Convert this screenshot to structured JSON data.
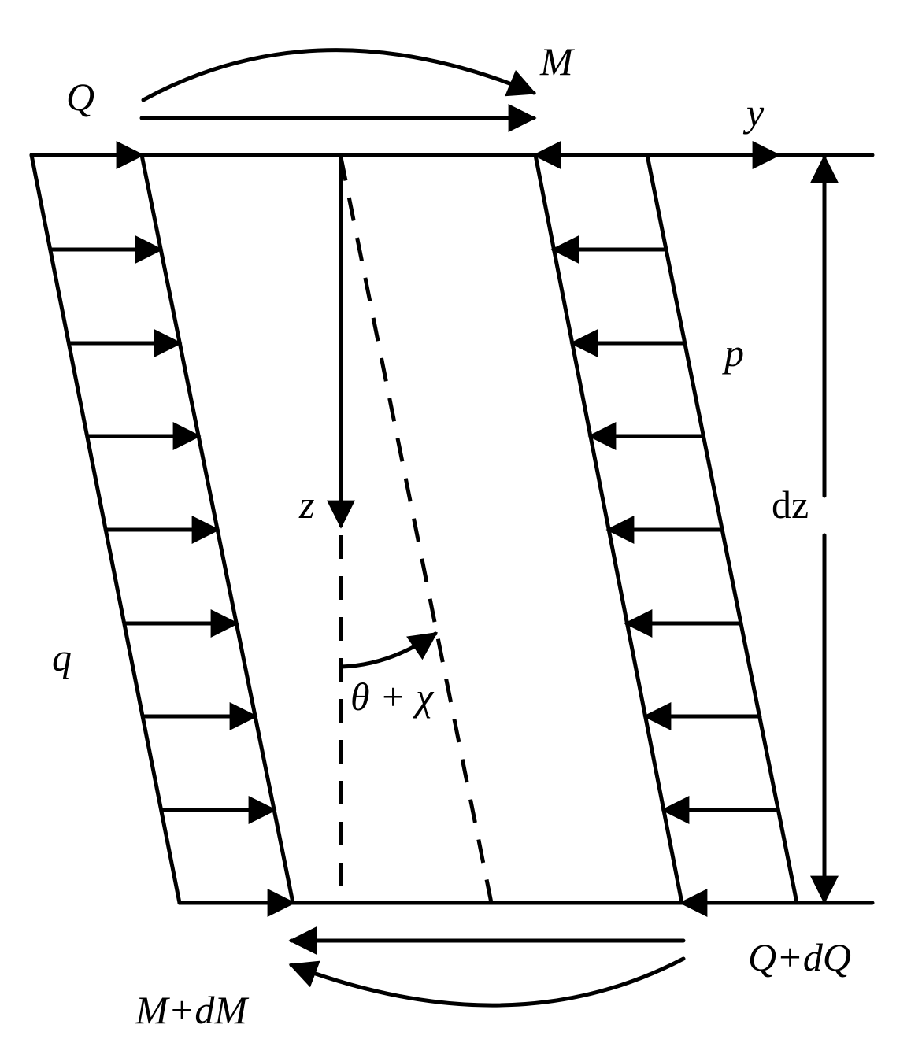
{
  "labels": {
    "Q": "Q",
    "M": "M",
    "y": "y",
    "p": "p",
    "z": "z",
    "dz": "dz",
    "q": "q",
    "theta_chi": "θ + χ",
    "Q_dQ": "Q+dQ",
    "M_dM": "M+dM"
  },
  "colors": {
    "stroke": "#000000",
    "background": "#ffffff"
  }
}
